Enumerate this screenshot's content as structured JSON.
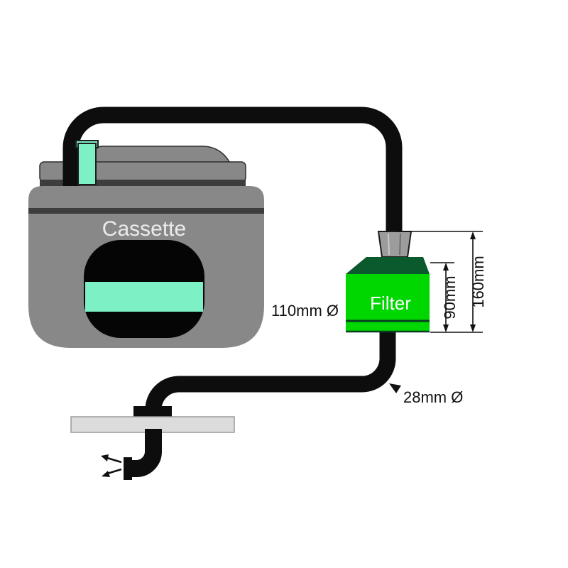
{
  "diagram": {
    "cassette": {
      "label": "Cassette"
    },
    "filter": {
      "label": "Filter"
    },
    "dimensions": {
      "filter_diameter": "110mm Ø",
      "filter_body_height": "90mm",
      "filter_total_height": "160mm",
      "pipe_diameter": "28mm Ø"
    },
    "colors": {
      "cassette_gray": "#888888",
      "panel_dark": "#3d3d3d",
      "accent_teal": "#7df0c6",
      "filter_green": "#00d600",
      "filter_dark_green": "#0a5a2e",
      "pipe_black": "#0d0d0d",
      "connector_gray": "#9c9c9c",
      "flange_gray": "#dcdcdc",
      "opening_black": "#050505"
    }
  }
}
